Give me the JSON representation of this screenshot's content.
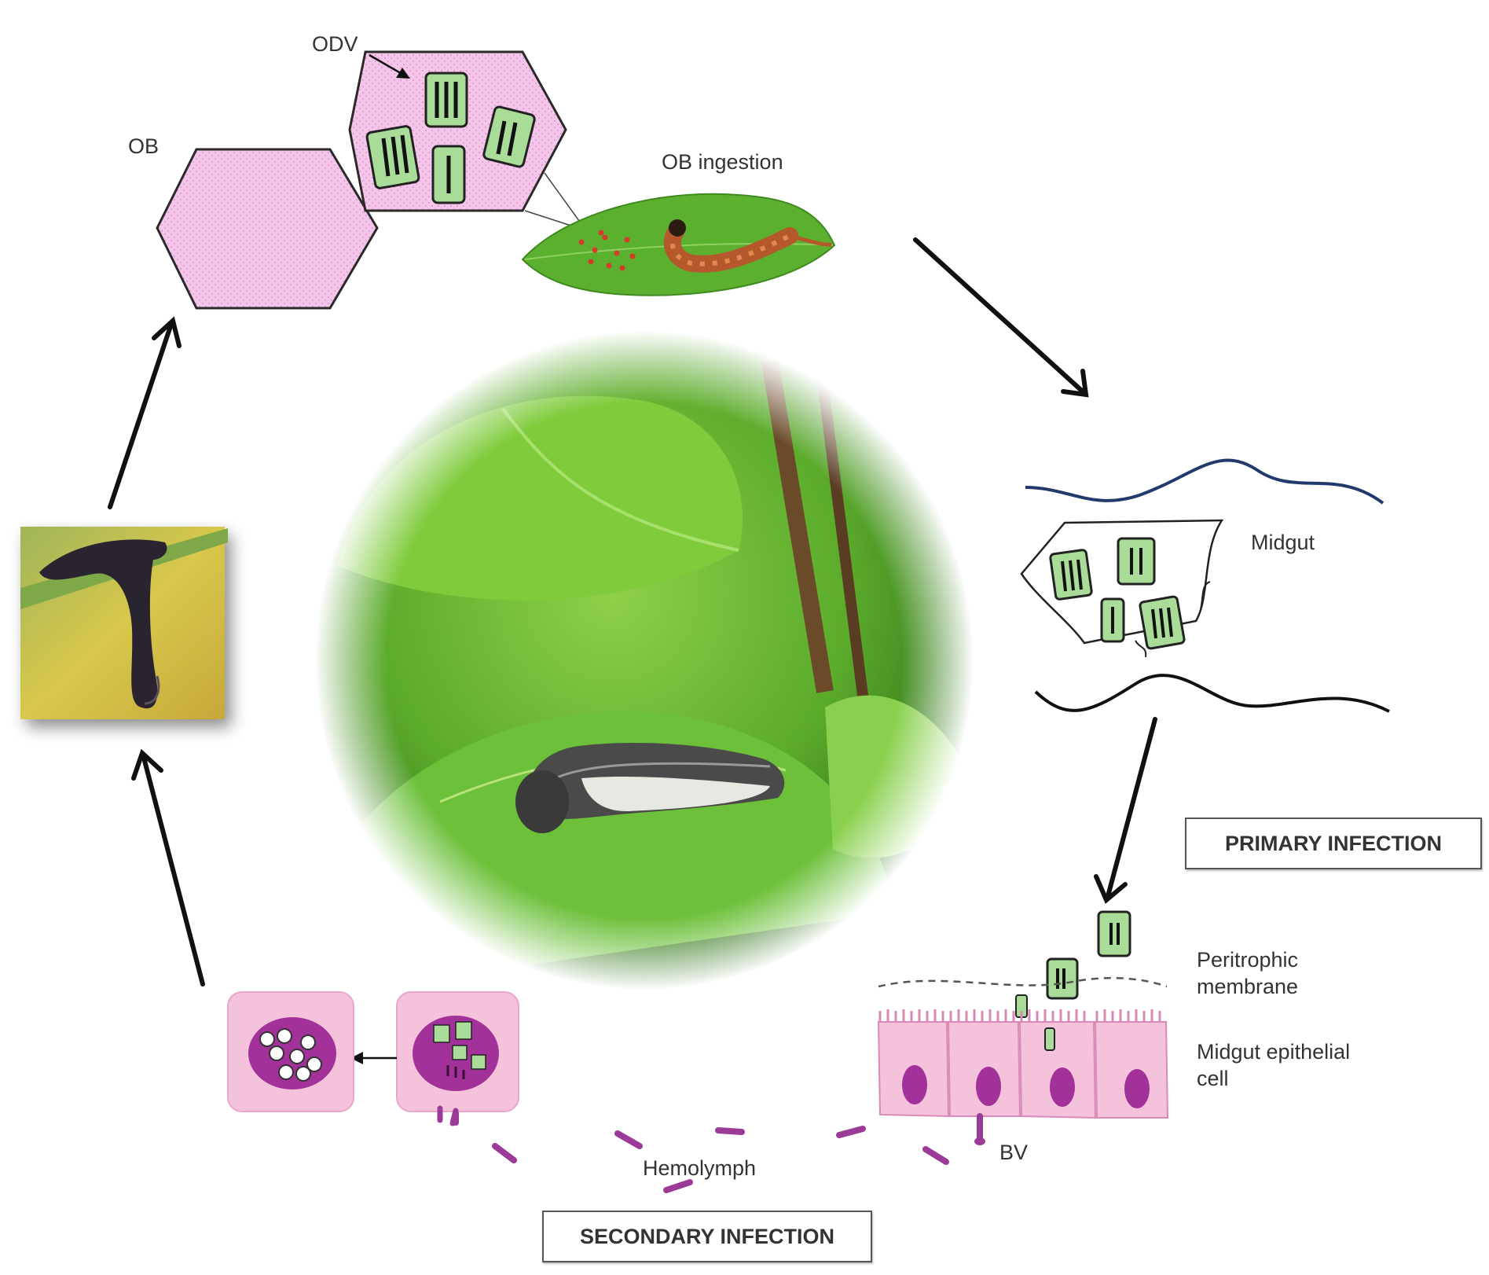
{
  "labels": {
    "odv": "ODV",
    "ob": "OB",
    "ob_ingestion": "OB ingestion",
    "midgut": "Midgut",
    "peritrophic_membrane": "Peritrophic membrane",
    "midgut_epithelial_cell": "Midgut epithelial cell",
    "bv": "BV",
    "hemolymph": "Hemolymph",
    "primary_infection": "PRIMARY INFECTION",
    "secondary_infection": "SECONDARY INFECTION"
  },
  "colors": {
    "ob_pink": "#f4c6e9",
    "odv_green": "#a8dc98",
    "cell_pink": "#f5c2dc",
    "nucleus_purple": "#a2329a",
    "virion_purple": "#9b3a97",
    "leaf_green": "#5bb52d",
    "midgut_blue_line": "#213a6b",
    "arrow": "#111111"
  }
}
